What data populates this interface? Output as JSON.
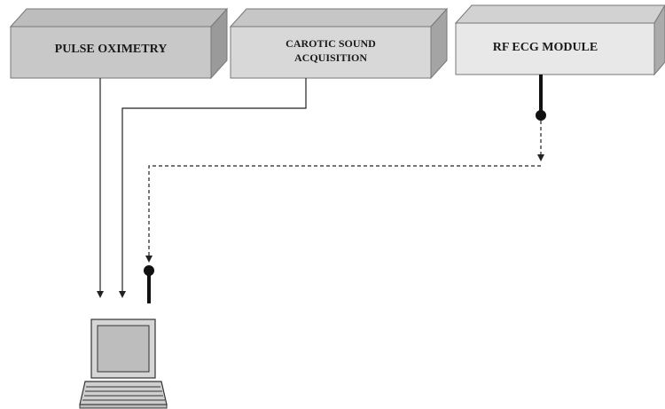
{
  "diagram": {
    "modules": [
      {
        "id": "pulse",
        "lines": [
          "PULSE OXIMETRY"
        ]
      },
      {
        "id": "carotid",
        "lines": [
          "CAROTIC SOUND",
          "ACQUISITION"
        ]
      },
      {
        "id": "rfecg",
        "lines": [
          "RF ECG MODULE"
        ]
      }
    ],
    "connections": [
      {
        "from": "PULSE OXIMETRY",
        "to": "laptop",
        "style": "solid-arrow"
      },
      {
        "from": "CAROTIC SOUND ACQUISITION",
        "to": "laptop",
        "style": "solid-arrow"
      },
      {
        "from": "RF ECG MODULE",
        "to": "laptop",
        "style": "dashed-wireless-link"
      }
    ],
    "devices": [
      {
        "id": "laptop",
        "icon": "laptop-icon"
      },
      {
        "id": "rf-antenna-tx",
        "icon": "antenna-icon"
      },
      {
        "id": "rf-antenna-rx",
        "icon": "antenna-icon"
      }
    ],
    "colors": {
      "box_front_pulse": "#c8c8c8",
      "box_front_carotid": "#d8d8d8",
      "box_front_ecg": "#e8e8e8",
      "box_side": "#9a9a9a",
      "box_top": "#bdbdbd",
      "line": "#222222"
    }
  }
}
